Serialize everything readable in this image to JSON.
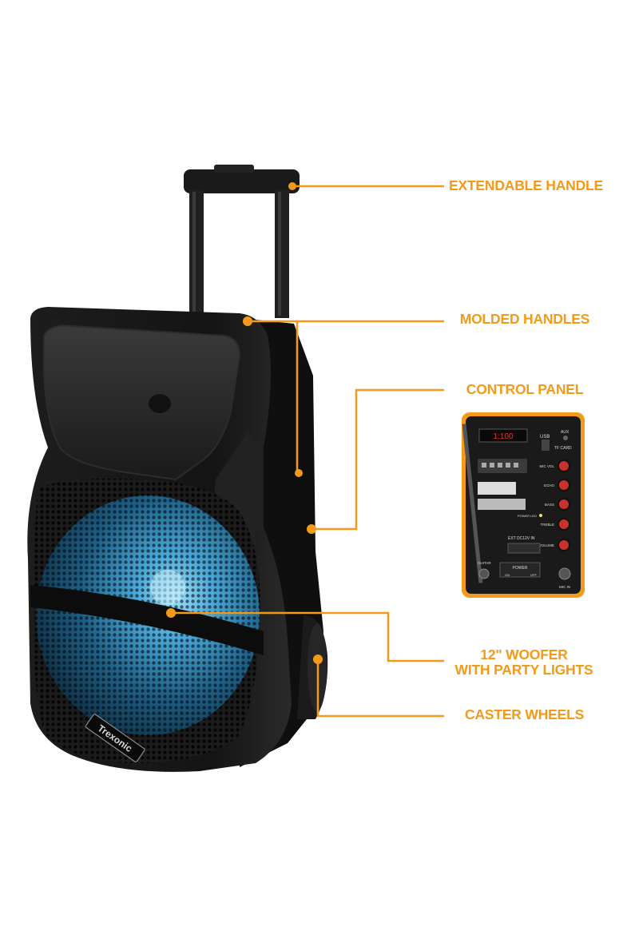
{
  "colors": {
    "accent": "#f39a1a",
    "speaker_body": "#161616",
    "woofer_glow": "#4aa8d8",
    "background": "#ffffff"
  },
  "brand": {
    "logo_text": "Trexonic"
  },
  "callouts": {
    "extendable_handle": "EXTENDABLE HANDLE",
    "molded_handles": "MOLDED HANDLES",
    "control_panel": "CONTROL PANEL",
    "woofer_line1": "12\" WOOFER",
    "woofer_line2": "WITH PARTY LIGHTS",
    "caster_wheels": "CASTER WHEELS"
  },
  "control_panel": {
    "display": "1:100",
    "usb": "USB",
    "tf_card": "TF CARD",
    "aux": "AUX",
    "knobs": [
      "MIC VOL",
      "ECHO",
      "BASS",
      "TREBLE",
      "VOLUME"
    ],
    "power_led": "POWER LED",
    "ext_dc": "EXT DC12V IN",
    "power": "POWER",
    "guitar": "GUITAR",
    "mic_in": "MIC IN",
    "on": "ON",
    "off": "OFF"
  }
}
